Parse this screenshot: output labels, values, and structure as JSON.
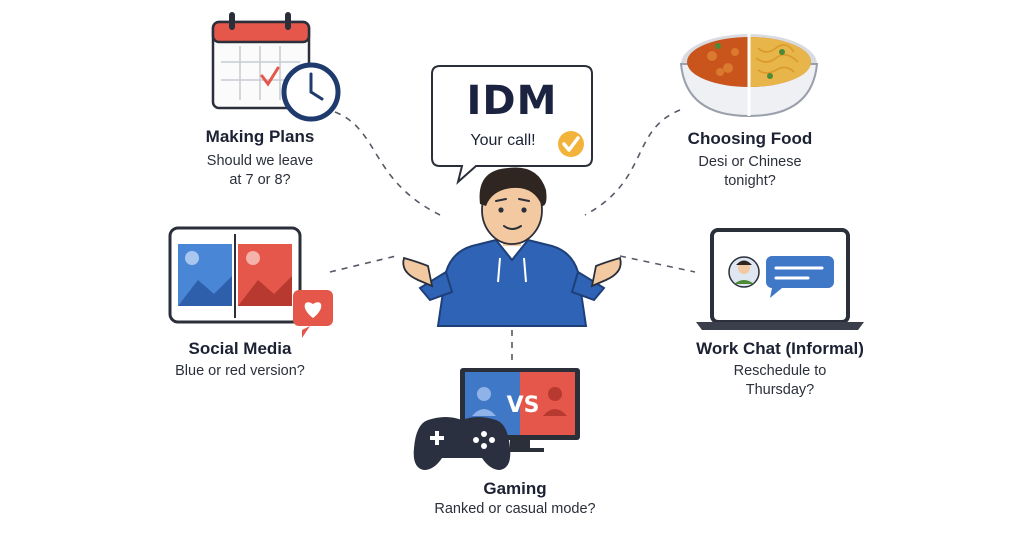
{
  "center": {
    "bubble_title": "IDM",
    "bubble_subtitle": "Your call!"
  },
  "nodes": {
    "making_plans": {
      "title": "Making Plans",
      "line1": "Should we leave",
      "line2": "at 7 or 8?"
    },
    "choosing_food": {
      "title": "Choosing Food",
      "line1": "Desi or Chinese",
      "line2": "tonight?"
    },
    "social_media": {
      "title": "Social Media",
      "line1": "Blue or red version?"
    },
    "work_chat": {
      "title": "Work Chat (Informal)",
      "line1": "Reschedule to",
      "line2": "Thursday?"
    },
    "gaming": {
      "title": "Gaming",
      "line1": "Ranked or casual mode?",
      "vs": "VS"
    }
  },
  "colors": {
    "accent_red": "#e4574a",
    "accent_blue": "#3f78c6",
    "check_yellow": "#f2b33a",
    "hoodie": "#2f63b6",
    "outline": "#2a2f3a"
  },
  "icons": [
    "calendar-icon",
    "clock-icon",
    "check-icon",
    "food-bowl-icon",
    "photo-icon",
    "heart-icon",
    "laptop-icon",
    "chat-bubble-icon",
    "monitor-icon",
    "gamepad-icon"
  ]
}
